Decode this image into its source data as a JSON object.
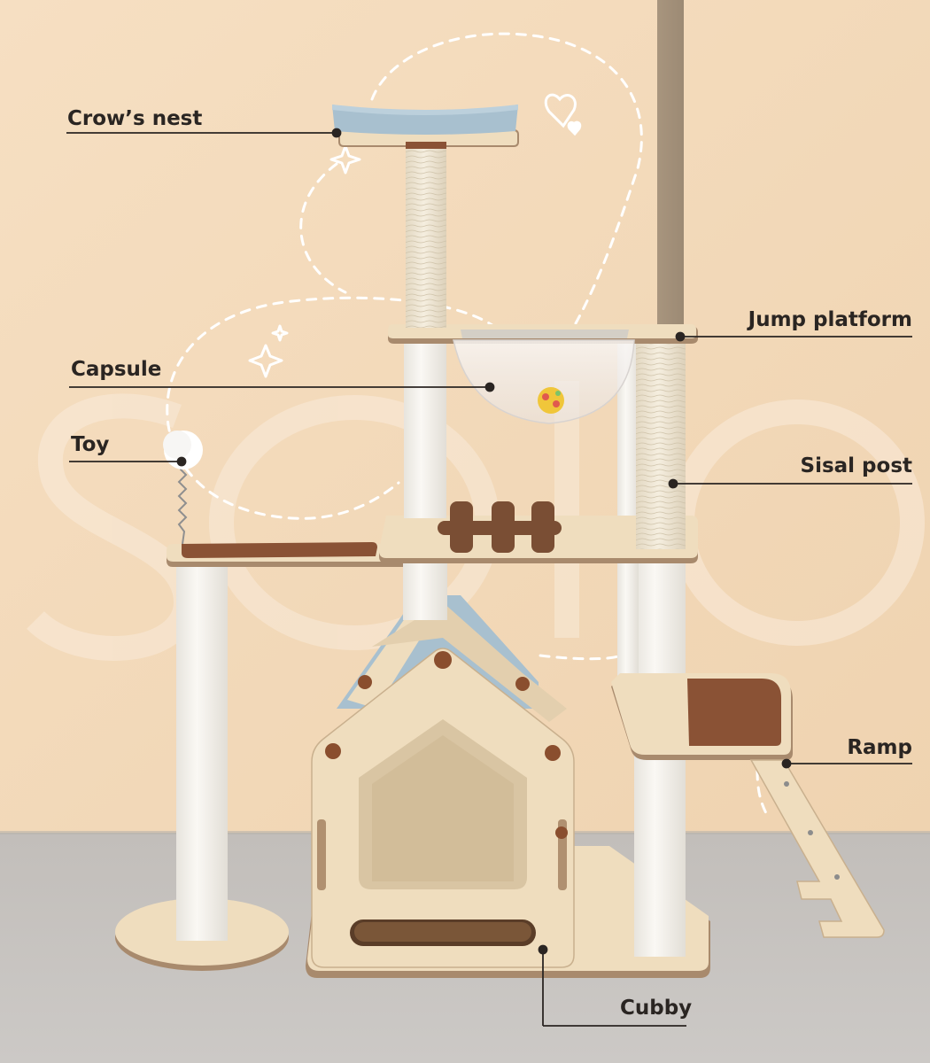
{
  "product": "cat tree",
  "colors": {
    "wall": "#F3D9B9",
    "floor": "#C8C4C0",
    "wood": "#EFDDBE",
    "edge": "#A88A6D",
    "brown_pad": "#8A5235",
    "blue": "#A8C0CF",
    "plush": "#F5F3EE",
    "sisal": "#EEE5D2",
    "leader_line": "#2a2522"
  },
  "callouts": {
    "crows_nest": "Crow’s nest",
    "capsule": "Capsule",
    "toy": "Toy",
    "cubby": "Cubby",
    "jump_platform": "Jump platform",
    "sisal_post": "Sisal post",
    "ramp": "Ramp"
  },
  "watermark": "solo"
}
